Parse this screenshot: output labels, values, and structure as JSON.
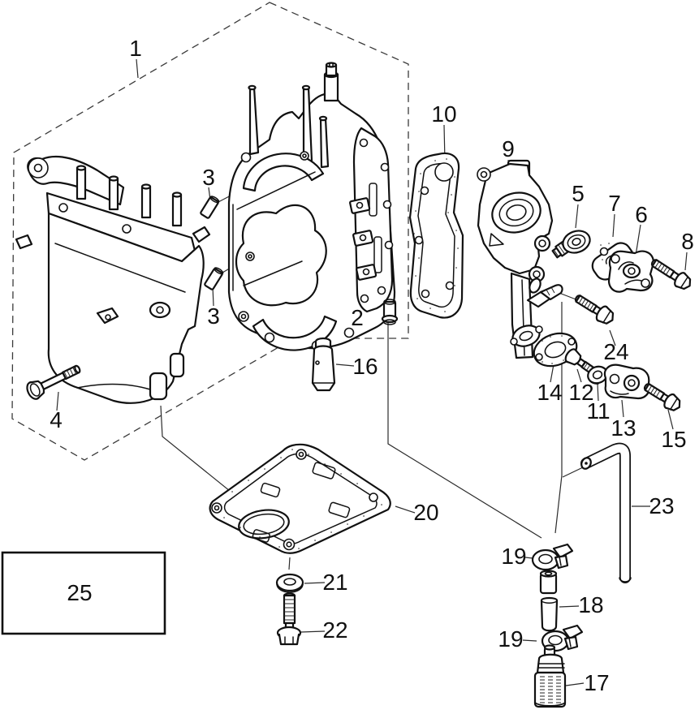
{
  "drawing": {
    "background": "#ffffff",
    "line_color": "#111111",
    "dash_color": "#3a3a3a",
    "callouts": {
      "c1": "1",
      "c2": "2",
      "c3a": "3",
      "c3b": "3",
      "c4": "4",
      "c5": "5",
      "c6": "6",
      "c7": "7",
      "c8": "8",
      "c9": "9",
      "c10": "10",
      "c11": "11",
      "c12": "12",
      "c13": "13",
      "c14": "14",
      "c15": "15",
      "c16": "16",
      "c17": "17",
      "c18": "18",
      "c19a": "19",
      "c19b": "19",
      "c20": "20",
      "c21": "21",
      "c22": "22",
      "c23": "23",
      "c24": "24",
      "c25": "25"
    }
  }
}
